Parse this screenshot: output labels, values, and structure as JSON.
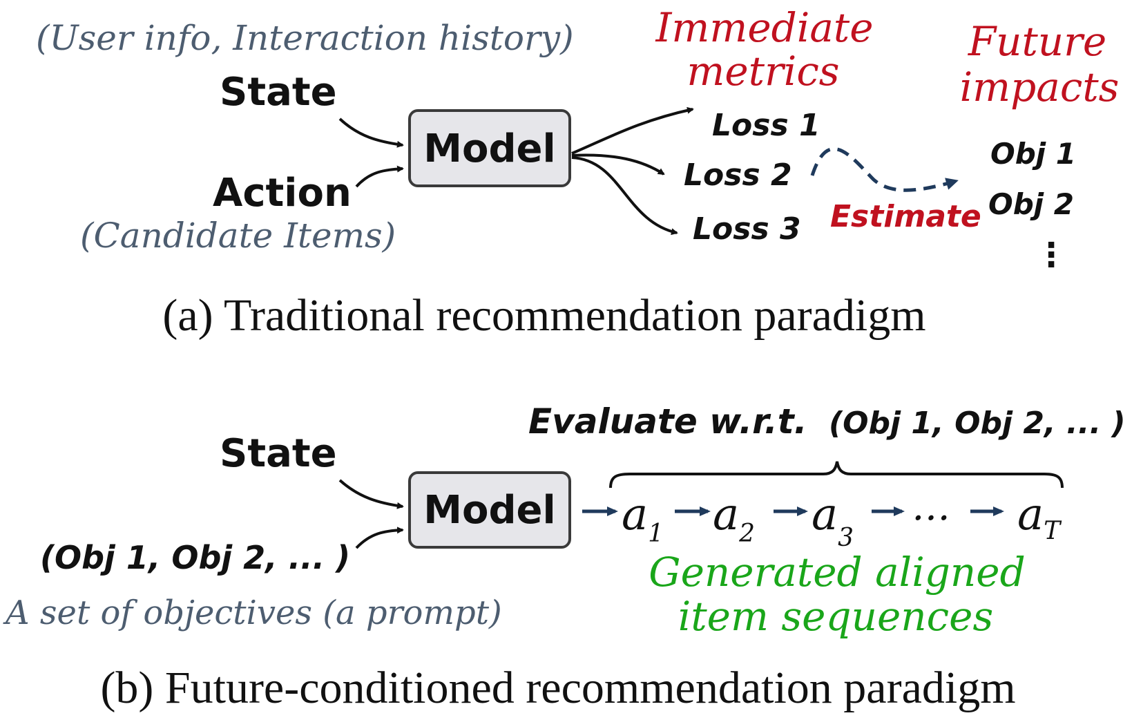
{
  "panel_a": {
    "state_note": "(User info, Interaction history)",
    "state_label": "State",
    "action_label": "Action",
    "action_note": "(Candidate Items)",
    "model_label": "Model",
    "immediate_metrics_line1": "Immediate",
    "immediate_metrics_line2": "metrics",
    "losses": [
      "Loss 1",
      "Loss 2",
      "Loss 3"
    ],
    "estimate_label": "Estimate",
    "future_impacts_line1": "Future",
    "future_impacts_line2": "impacts",
    "objectives": [
      "Obj 1",
      "Obj 2"
    ],
    "ellipsis_vertical": "⋮",
    "caption": "(a) Traditional recommendation paradigm"
  },
  "panel_b": {
    "evaluate_bold": "Evaluate w.r.t.",
    "evaluate_objs": "(Obj 1, Obj 2, ... )",
    "state_label": "State",
    "objectives_input": "(Obj 1, Obj 2, ... )",
    "objectives_note": "A set of objectives (a prompt)",
    "model_label": "Model",
    "sequence": [
      {
        "base": "a",
        "sub": "1"
      },
      {
        "base": "a",
        "sub": "2"
      },
      {
        "base": "a",
        "sub": "3"
      },
      {
        "base": "…",
        "sub": ""
      },
      {
        "base": "a",
        "sub": "T"
      }
    ],
    "generated_line1": "Generated aligned",
    "generated_line2": "item sequences",
    "caption": "(b) Future-conditioned recommendation paradigm"
  },
  "colors": {
    "note_gray": "#4d5d70",
    "red": "#c0111f",
    "green": "#1aa61a",
    "dashed_arrow": "#1f3a5c",
    "box_fill": "#e6e6ea",
    "box_stroke": "#3a3a3a",
    "seq_arrow": "#1f3a5c"
  }
}
